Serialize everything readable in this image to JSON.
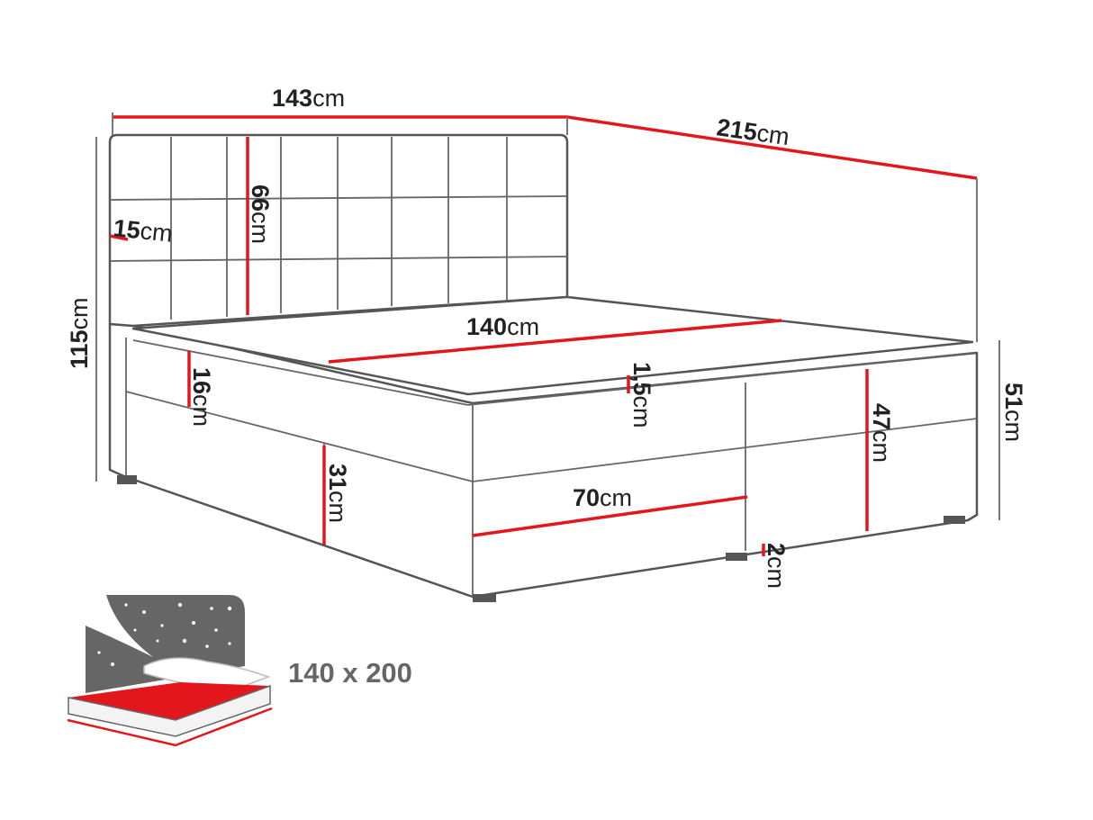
{
  "dimensions": {
    "width": {
      "value": "143",
      "unit": "cm"
    },
    "length": {
      "value": "215",
      "unit": "cm"
    },
    "total_height": {
      "value": "115",
      "unit": "cm"
    },
    "headboard_thickness": {
      "value": "15",
      "unit": "cm"
    },
    "headboard_visible_height": {
      "value": "66",
      "unit": "cm"
    },
    "mattress_width": {
      "value": "140",
      "unit": "cm"
    },
    "topper_height": {
      "value": "16",
      "unit": "cm"
    },
    "topper_gap": {
      "value": "1,5",
      "unit": "cm"
    },
    "base_height": {
      "value": "47",
      "unit": "cm"
    },
    "bed_height": {
      "value": "51",
      "unit": "cm"
    },
    "box_height": {
      "value": "31",
      "unit": "cm"
    },
    "box_width": {
      "value": "70",
      "unit": "cm"
    },
    "leg_height": {
      "value": "2",
      "unit": "cm"
    }
  },
  "sleeping_area": {
    "label": "140 x 200",
    "icon": "bed-night-stars-icon"
  },
  "colors": {
    "accent": "#e3161c",
    "outline": "#555555",
    "icon_gray": "#666666"
  }
}
